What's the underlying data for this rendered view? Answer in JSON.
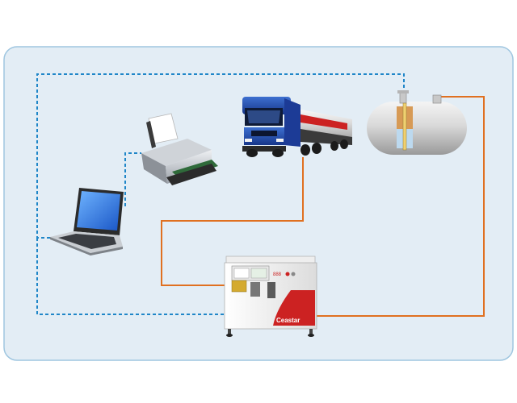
{
  "panel": {
    "background": "#e3edf5",
    "border_color": "#9fc6e0"
  },
  "links": {
    "data_color": "#1f86c8",
    "fuel_color": "#e07020",
    "data_style": "dashed",
    "fuel_style": "solid"
  },
  "devices": [
    {
      "id": "laptop",
      "icon": "laptop-icon"
    },
    {
      "id": "printer",
      "icon": "printer-icon"
    },
    {
      "id": "tanker_truck",
      "icon": "tanker-truck-icon"
    },
    {
      "id": "storage_tank",
      "icon": "fuel-tank-icon"
    },
    {
      "id": "dispenser",
      "icon": "fuel-dispenser-icon"
    }
  ],
  "dispenser": {
    "brand": "Ceastar",
    "display_digits": "888"
  }
}
